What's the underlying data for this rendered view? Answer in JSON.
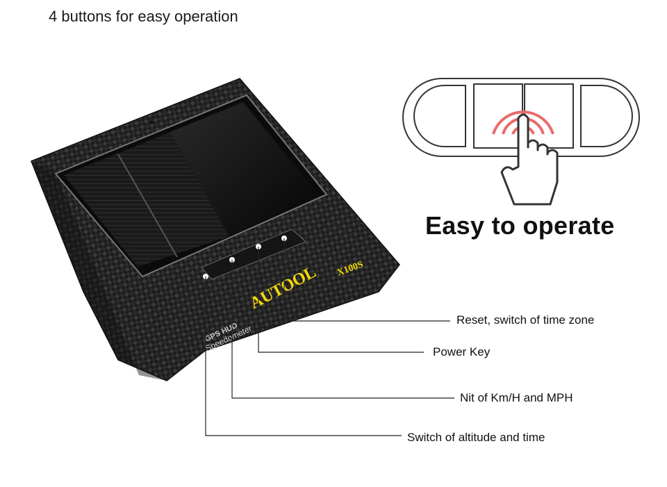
{
  "headline": "4 buttons for easy operation",
  "tagline": "Easy to operate",
  "device": {
    "brand": "AUTOOL",
    "model": "X100S",
    "label_line1": "GPS HUD",
    "label_line2": "Speedometer"
  },
  "callouts": [
    {
      "label": "Reset, switch of time zone"
    },
    {
      "label": "Power Key"
    },
    {
      "label": "Nit of Km/H and MPH"
    },
    {
      "label": "Switch of altitude and time"
    }
  ],
  "colors": {
    "brand_yellow": "#f5d90a",
    "touch_wave": "#e96b6b",
    "outline": "#333333"
  },
  "icons": [
    "hand-pointer-icon",
    "touch-wave-icon"
  ]
}
